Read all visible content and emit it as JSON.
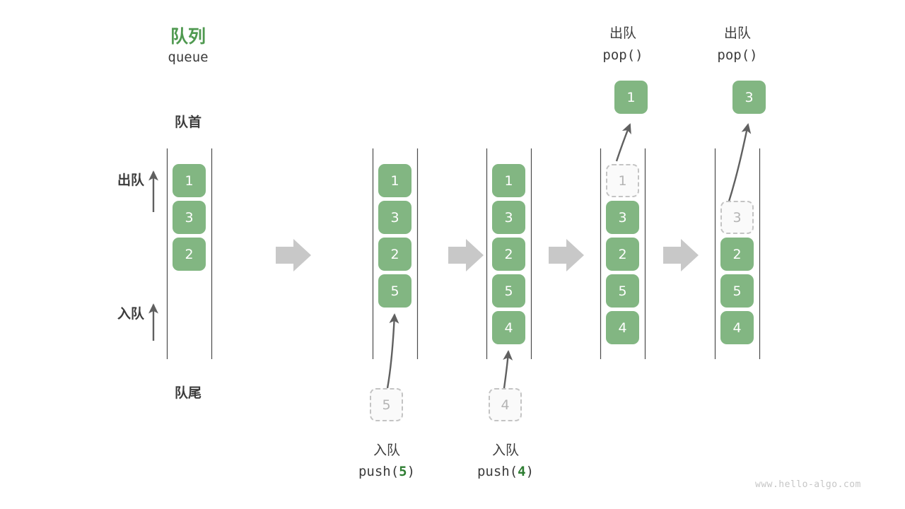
{
  "watermark": "www.hello-algo.com",
  "header": {
    "title_cn": "队列",
    "title_en": "queue",
    "front_label": "队首",
    "rear_label": "队尾",
    "dequeue_side_label": "出队",
    "enqueue_side_label": "入队"
  },
  "colors": {
    "node_green": "#82b682",
    "title_green": "#4f9950",
    "code_green": "#2e7d32",
    "rail_gray": "#4b4b4b",
    "ghost_border": "#c4c4c4",
    "ghost_text": "#b4b4b4",
    "arrow_gray": "#c8c8c8",
    "curve_gray": "#606060",
    "text_dark": "#3c3c3c",
    "watermark_gray": "#c6c6c6"
  },
  "steps": [
    {
      "id": "initial",
      "nodes": [
        "1",
        "3",
        "2"
      ],
      "ghost_index": -1,
      "incoming": null,
      "popped": null,
      "caption_cn": "",
      "caption_code": "",
      "caption_value": ""
    },
    {
      "id": "push-5",
      "nodes": [
        "1",
        "3",
        "2",
        "5"
      ],
      "ghost_index": -1,
      "incoming": "5",
      "popped": null,
      "caption_cn": "入队",
      "caption_code_prefix": "push(",
      "caption_value": "5",
      "caption_code_suffix": ")"
    },
    {
      "id": "push-4",
      "nodes": [
        "1",
        "3",
        "2",
        "5",
        "4"
      ],
      "ghost_index": -1,
      "incoming": "4",
      "popped": null,
      "caption_cn": "入队",
      "caption_code_prefix": "push(",
      "caption_value": "4",
      "caption_code_suffix": ")"
    },
    {
      "id": "pop-1",
      "nodes": [
        "1",
        "3",
        "2",
        "5",
        "4"
      ],
      "ghost_index": 0,
      "incoming": null,
      "popped": "1",
      "top_cn": "出队",
      "top_code": "pop()"
    },
    {
      "id": "pop-3",
      "nodes": [
        "3",
        "2",
        "5",
        "4"
      ],
      "ghost_index": 0,
      "incoming": null,
      "popped": "3",
      "top_cn": "出队",
      "top_code": "pop()"
    }
  ],
  "transitions": [
    {
      "name": "arrow-step-1-to-2"
    },
    {
      "name": "arrow-step-2-to-3"
    },
    {
      "name": "arrow-step-3-to-4"
    },
    {
      "name": "arrow-step-4-to-5"
    }
  ]
}
